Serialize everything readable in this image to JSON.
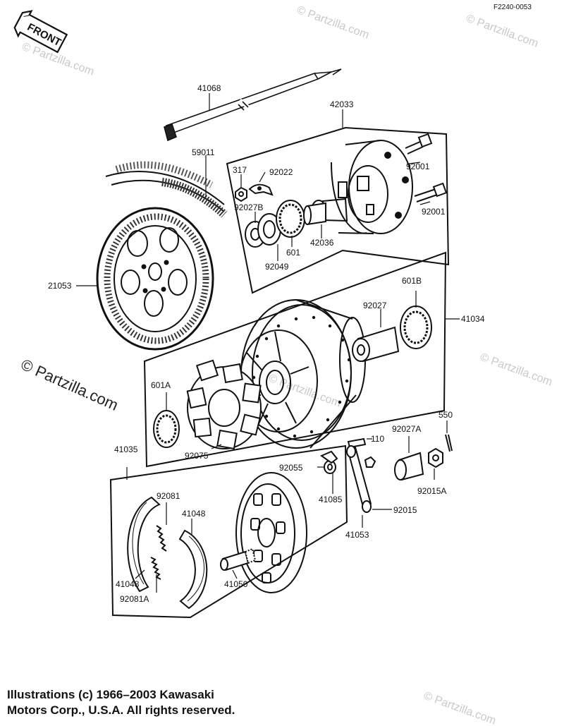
{
  "diagram_code": "F2240-0053",
  "front_label": "FRONT",
  "watermark": {
    "main": "© Partzilla.com",
    "small": "© Partzilla.com"
  },
  "copyright": {
    "line1": "Illustrations (c) 1966–2003 Kawasaki",
    "line2": "Motors Corp., U.S.A.  All rights reserved."
  },
  "parts": {
    "p41068": "41068",
    "p42033": "42033",
    "p59011": "59011",
    "p317": "317",
    "p92022": "92022",
    "p92027B": "92027B",
    "p92001a": "92001",
    "p92001b": "92001",
    "p42036": "42036",
    "p601": "601",
    "p92049": "92049",
    "p21053": "21053",
    "p601B": "601B",
    "p92027": "92027",
    "p41034": "41034",
    "p601A": "601A",
    "p92075": "92075",
    "p41035": "41035",
    "p550": "550",
    "p92027A": "92027A",
    "p110": "110",
    "p92055": "92055",
    "p92015A": "92015A",
    "p41085": "41085",
    "p92015": "92015",
    "p92081": "92081",
    "p41048a": "41048",
    "p41053": "41053",
    "p41050": "41050",
    "p41048b": "41048",
    "p92081A": "92081A"
  },
  "colors": {
    "ink": "#111111",
    "watermark": "#c9c9c9"
  }
}
